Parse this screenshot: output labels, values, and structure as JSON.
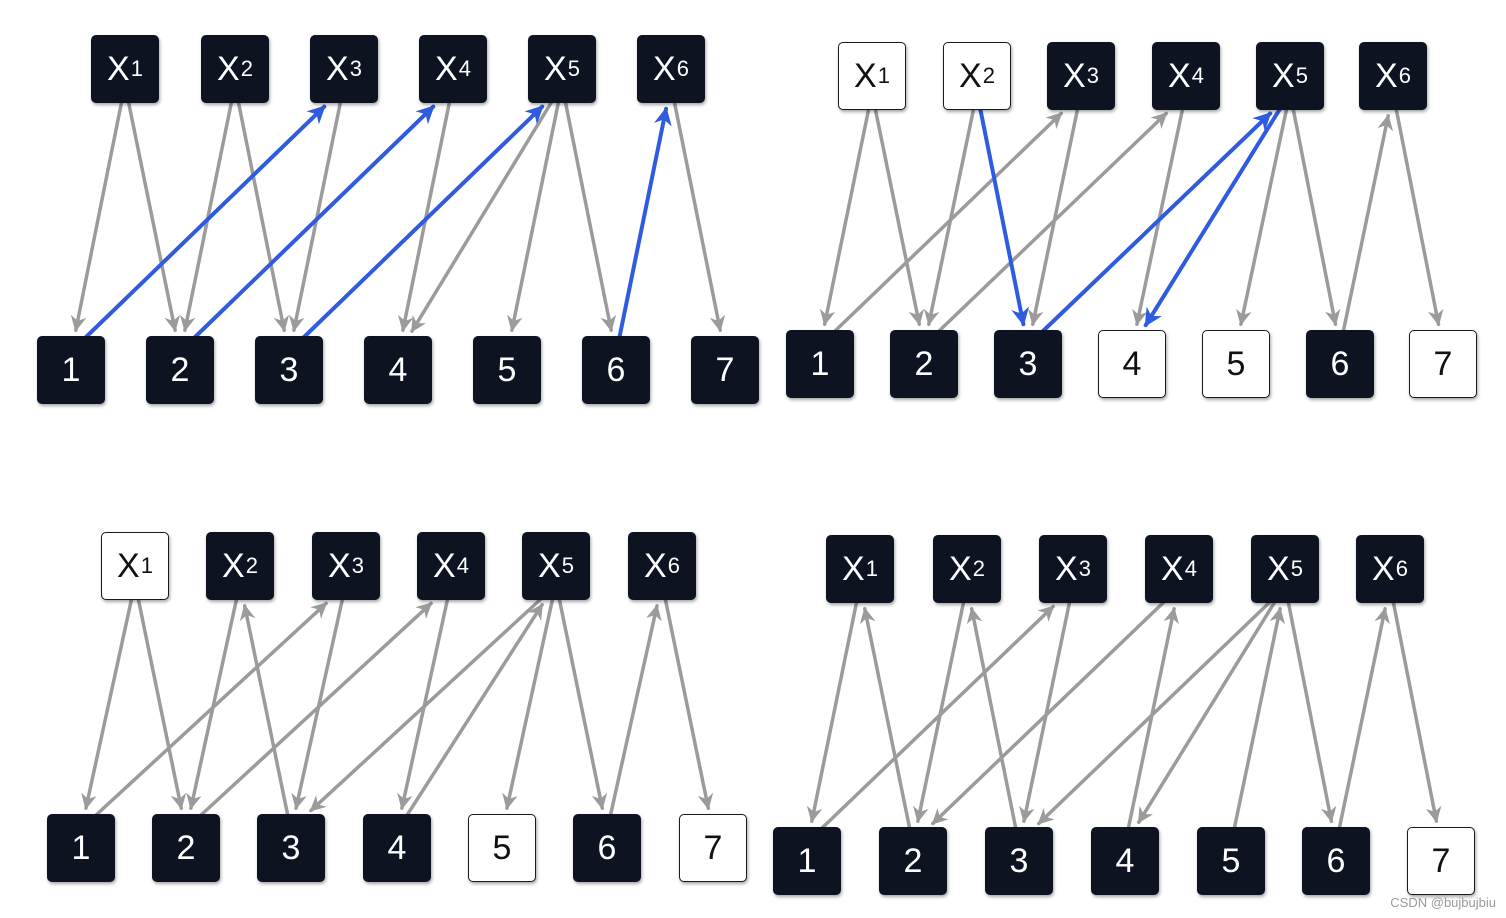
{
  "colors": {
    "dark_node": "#0d1320",
    "light_node": "#ffffff",
    "edge_gray": "#9b9b9b",
    "edge_blue": "#2f5be0"
  },
  "top_labels": [
    "X",
    "X",
    "X",
    "X",
    "X",
    "X"
  ],
  "top_subscripts": [
    "1",
    "2",
    "3",
    "4",
    "5",
    "6"
  ],
  "bottom_labels": [
    "1",
    "2",
    "3",
    "4",
    "5",
    "6",
    "7"
  ],
  "panels": [
    {
      "top_light": [],
      "bottom_light": [],
      "edges": [
        {
          "from": "x1",
          "to": "b1",
          "color": "gray"
        },
        {
          "from": "x1",
          "to": "b2",
          "color": "gray"
        },
        {
          "from": "x2",
          "to": "b2",
          "color": "gray"
        },
        {
          "from": "x2",
          "to": "b3",
          "color": "gray"
        },
        {
          "from": "x3",
          "to": "b3",
          "color": "gray"
        },
        {
          "from": "x4",
          "to": "b4",
          "color": "gray"
        },
        {
          "from": "x5",
          "to": "b4",
          "color": "gray"
        },
        {
          "from": "x5",
          "to": "b5",
          "color": "gray"
        },
        {
          "from": "x5",
          "to": "b6",
          "color": "gray"
        },
        {
          "from": "x6",
          "to": "b7",
          "color": "gray"
        },
        {
          "from": "b1",
          "to": "x3",
          "color": "blue"
        },
        {
          "from": "b2",
          "to": "x4",
          "color": "blue"
        },
        {
          "from": "b3",
          "to": "x5",
          "color": "blue"
        },
        {
          "from": "b6",
          "to": "x6",
          "color": "blue"
        }
      ]
    },
    {
      "top_light": [
        "x1",
        "x2"
      ],
      "bottom_light": [
        "b4",
        "b5",
        "b7"
      ],
      "edges": [
        {
          "from": "x1",
          "to": "b1",
          "color": "gray"
        },
        {
          "from": "x1",
          "to": "b2",
          "color": "gray"
        },
        {
          "from": "x2",
          "to": "b2",
          "color": "gray"
        },
        {
          "from": "x3",
          "to": "b3",
          "color": "gray"
        },
        {
          "from": "b1",
          "to": "x3",
          "color": "gray"
        },
        {
          "from": "b2",
          "to": "x4",
          "color": "gray"
        },
        {
          "from": "x4",
          "to": "b4",
          "color": "gray"
        },
        {
          "from": "x5",
          "to": "b5",
          "color": "gray"
        },
        {
          "from": "x5",
          "to": "b6",
          "color": "gray"
        },
        {
          "from": "b6",
          "to": "x6",
          "color": "gray"
        },
        {
          "from": "x6",
          "to": "b7",
          "color": "gray"
        },
        {
          "from": "x2",
          "to": "b3",
          "color": "blue"
        },
        {
          "from": "b3",
          "to": "x5",
          "color": "blue"
        },
        {
          "from": "x5",
          "to": "b4",
          "color": "blue"
        }
      ]
    },
    {
      "top_light": [
        "x1"
      ],
      "bottom_light": [
        "b5",
        "b7"
      ],
      "edges": [
        {
          "from": "x1",
          "to": "b1",
          "color": "gray"
        },
        {
          "from": "x1",
          "to": "b2",
          "color": "gray"
        },
        {
          "from": "x2",
          "to": "b2",
          "color": "gray"
        },
        {
          "from": "b3",
          "to": "x2",
          "color": "gray"
        },
        {
          "from": "b1",
          "to": "x3",
          "color": "gray"
        },
        {
          "from": "x3",
          "to": "b3",
          "color": "gray"
        },
        {
          "from": "b2",
          "to": "x4",
          "color": "gray"
        },
        {
          "from": "x4",
          "to": "b4",
          "color": "gray"
        },
        {
          "from": "x5",
          "to": "b3",
          "color": "gray"
        },
        {
          "from": "b4",
          "to": "x5",
          "color": "gray"
        },
        {
          "from": "x5",
          "to": "b5",
          "color": "gray"
        },
        {
          "from": "x5",
          "to": "b6",
          "color": "gray"
        },
        {
          "from": "b6",
          "to": "x6",
          "color": "gray"
        },
        {
          "from": "x6",
          "to": "b7",
          "color": "gray"
        }
      ]
    },
    {
      "top_light": [],
      "bottom_light": [
        "b7"
      ],
      "edges": [
        {
          "from": "x1",
          "to": "b1",
          "color": "gray"
        },
        {
          "from": "b2",
          "to": "x1",
          "color": "gray"
        },
        {
          "from": "x2",
          "to": "b2",
          "color": "gray"
        },
        {
          "from": "b3",
          "to": "x2",
          "color": "gray"
        },
        {
          "from": "b1",
          "to": "x3",
          "color": "gray"
        },
        {
          "from": "x3",
          "to": "b3",
          "color": "gray"
        },
        {
          "from": "x4",
          "to": "b2",
          "color": "gray"
        },
        {
          "from": "b4",
          "to": "x4",
          "color": "gray"
        },
        {
          "from": "x5",
          "to": "b3",
          "color": "gray"
        },
        {
          "from": "x5",
          "to": "b4",
          "color": "gray"
        },
        {
          "from": "b5",
          "to": "x5",
          "color": "gray"
        },
        {
          "from": "x5",
          "to": "b6",
          "color": "gray"
        },
        {
          "from": "b6",
          "to": "x6",
          "color": "gray"
        },
        {
          "from": "x6",
          "to": "b7",
          "color": "gray"
        }
      ]
    }
  ],
  "watermark": "CSDN @bujbujbiu"
}
